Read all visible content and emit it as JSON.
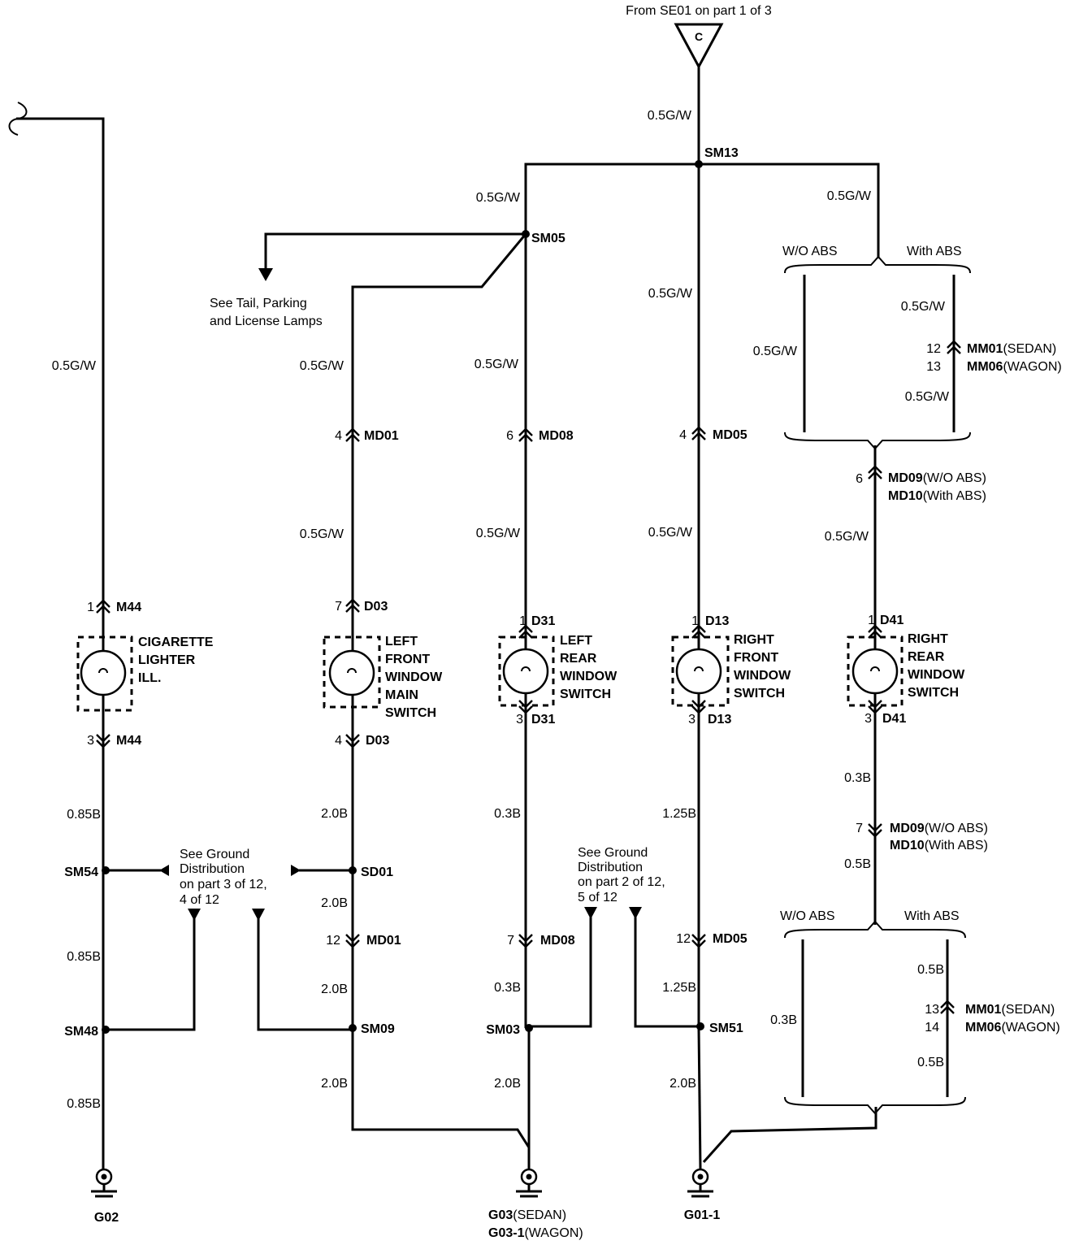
{
  "source": {
    "text": "From SE01 on  part 1 of 3",
    "connector_letter": "C"
  },
  "wire_labels": {
    "vertical_top": "0.5G/W",
    "sm13_branch_left": "0.5G/W",
    "sm13_branch_right": "0.5G/W",
    "center_upper": "0.5G/W",
    "leftmost": "0.5G/W",
    "col2_upper": "0.5G/W",
    "col2_mid": "0.5G/W",
    "col3_upper": "0.5G/W",
    "col3_mid": "0.5G/W",
    "col4_mid": "0.5G/W",
    "abs_upper_wo": "0.5G/W",
    "abs_upper_with_a": "0.5G/W",
    "abs_upper_with_b": "0.5G/W",
    "col5_mid": "0.5G/W",
    "col1_g1": "0.85B",
    "col1_g2": "0.85B",
    "col1_g3": "0.85B",
    "col2_g1": "2.0B",
    "col2_g2": "2.0B",
    "col2_g3": "2.0B",
    "col2_g4": "2.0B",
    "col3_g1": "0.3B",
    "col3_g2": "0.3B",
    "col3_g3": "2.0B",
    "col4_g1": "1.25B",
    "col4_g2": "1.25B",
    "col4_g3": "2.0B",
    "col5_g1": "0.3B",
    "col5_g2": "0.5B",
    "abs_lower_wo": "0.3B",
    "abs_lower_with_a": "0.5B",
    "abs_lower_with_b": "0.5B"
  },
  "splices": {
    "sm13": "SM13",
    "sm05": "SM05",
    "sm54": "SM54",
    "sd01": "SD01",
    "sm48": "SM48",
    "sm09": "SM09",
    "sm03": "SM03",
    "sm51": "SM51"
  },
  "references": {
    "tail_lamps_1": "See Tail, Parking",
    "tail_lamps_2": "and License Lamps",
    "ground_a_1": "See Ground",
    "ground_a_2": "Distribution",
    "ground_a_3": "on part 3 of 12,",
    "ground_a_4": "4 of 12",
    "ground_b_1": "See Ground",
    "ground_b_2": "Distribution",
    "ground_b_3": "on part 2 of 12,",
    "ground_b_4": "5 of 12"
  },
  "options": {
    "upper_wo": "W/O ABS",
    "upper_with": "With ABS",
    "lower_wo": "W/O ABS",
    "lower_with": "With ABS"
  },
  "connectors": {
    "m44_top": {
      "pin": "1",
      "name": "M44"
    },
    "m44_bot": {
      "pin": "3",
      "name": "M44"
    },
    "md01_top": {
      "pin": "4",
      "name": "MD01"
    },
    "d03_top": {
      "pin": "7",
      "name": "D03"
    },
    "d03_bot": {
      "pin": "4",
      "name": "D03"
    },
    "md01_bot": {
      "pin": "12",
      "name": "MD01"
    },
    "md08_top": {
      "pin": "6",
      "name": "MD08"
    },
    "d31_top": {
      "pin": "1",
      "name": "D31"
    },
    "d31_bot": {
      "pin": "3",
      "name": "D31"
    },
    "md08_bot": {
      "pin": "7",
      "name": "MD08"
    },
    "md05_top": {
      "pin": "4",
      "name": "MD05"
    },
    "d13_top": {
      "pin": "1",
      "name": "D13"
    },
    "d13_bot": {
      "pin": "3",
      "name": "D13"
    },
    "md05_bot": {
      "pin": "12",
      "name": "MD05"
    },
    "mm_upper": {
      "pin1": "12",
      "pin2": "13",
      "name1": "MM01",
      "suffix1": "(SEDAN)",
      "name2": "MM06",
      "suffix2": "(WAGON)"
    },
    "md09_upper": {
      "pin": "6",
      "name1": "MD09",
      "suffix1": "(W/O ABS)",
      "name2": "MD10",
      "suffix2": "(With ABS)"
    },
    "d41_top": {
      "pin": "1",
      "name": "D41"
    },
    "d41_bot": {
      "pin": "3",
      "name": "D41"
    },
    "md09_lower": {
      "pin": "7",
      "name1": "MD09",
      "suffix1": "(W/O ABS)",
      "name2": "MD10",
      "suffix2": "(With ABS)"
    },
    "mm_lower": {
      "pin1": "13",
      "pin2": "14",
      "name1": "MM01",
      "suffix1": "(SEDAN)",
      "name2": "MM06",
      "suffix2": "(WAGON)"
    }
  },
  "components": {
    "cig": [
      "CIGARETTE",
      "LIGHTER",
      "ILL."
    ],
    "lfm": [
      "LEFT",
      "FRONT",
      "WINDOW",
      "MAIN",
      "SWITCH"
    ],
    "lr": [
      "LEFT",
      "REAR",
      "WINDOW",
      "SWITCH"
    ],
    "rf": [
      "RIGHT",
      "FRONT",
      "WINDOW",
      "SWITCH"
    ],
    "rr": [
      "RIGHT",
      "REAR",
      "WINDOW",
      "SWITCH"
    ]
  },
  "grounds": {
    "g02": "G02",
    "g03_a": "G03",
    "g03_a_suffix": "(SEDAN)",
    "g03_b": "G03-1",
    "g03_b_suffix": "(WAGON)",
    "g01": "G01-1"
  }
}
